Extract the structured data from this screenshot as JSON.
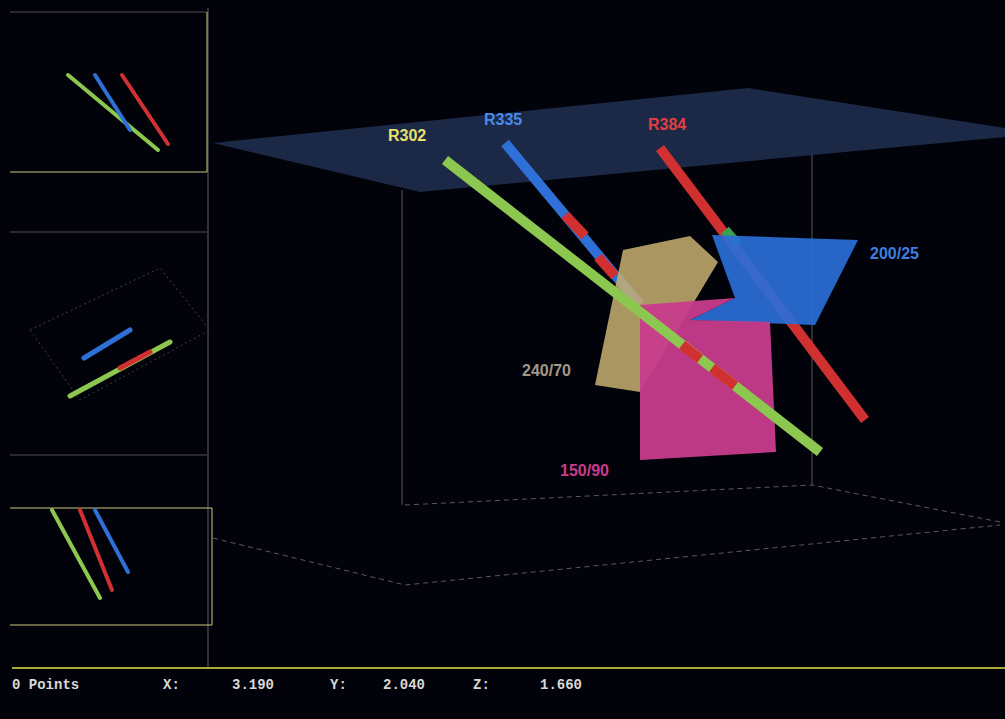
{
  "diagram": {
    "labels": [
      "R302",
      "R335",
      "R384",
      "200/25",
      "240/70",
      "150/90",
      "0 Points",
      "X:",
      "3.190",
      "Y:",
      "2.040",
      "Z:",
      "1.660"
    ]
  }
}
